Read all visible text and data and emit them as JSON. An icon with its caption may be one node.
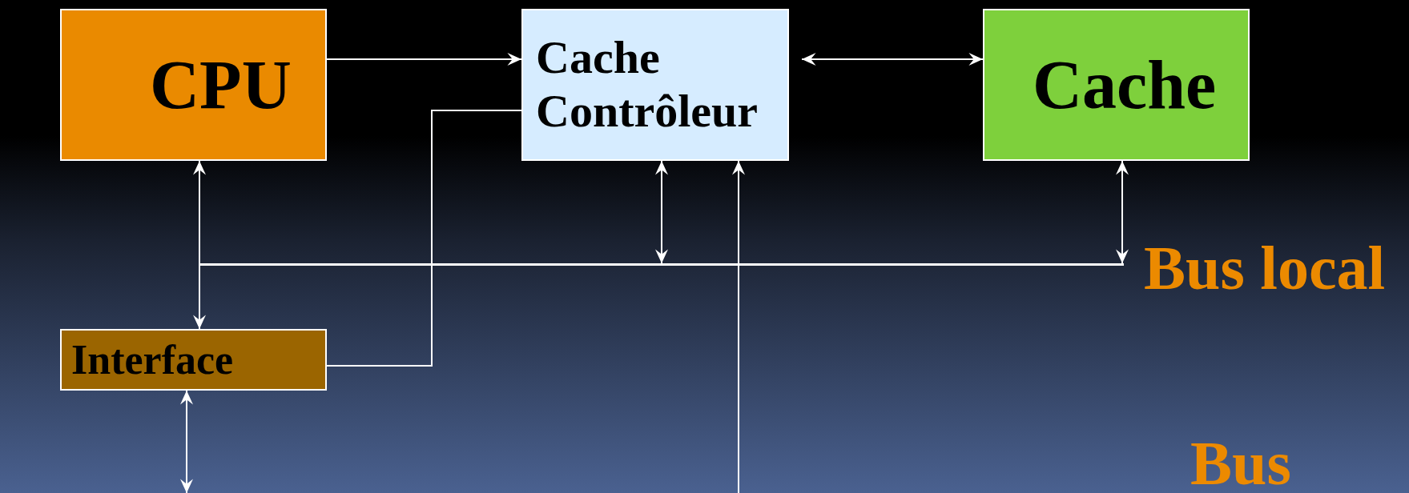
{
  "diagram": {
    "nodes": [
      {
        "text": [
          "CPU"
        ]
      },
      {
        "text": [
          "Cache Contrôleur"
        ]
      },
      {
        "text": [
          "Cache"
        ]
      },
      {
        "text": [
          "Interface"
        ]
      },
      {
        "text": [],
        "shape": "bar"
      }
    ],
    "edges": [
      {
        "from": 0,
        "to": 1,
        "arrow": "to"
      },
      {
        "from": 1,
        "to": 2,
        "arrow": "both"
      },
      {
        "from": 0,
        "to": 3,
        "arrow": "both"
      },
      {
        "from": 1,
        "to": 4,
        "arrow": "both"
      },
      {
        "from": 2,
        "to": 4,
        "arrow": "both"
      },
      {
        "from": 1,
        "to": 3,
        "arrow": "to"
      },
      {
        "from": null,
        "to": 1,
        "arrow": "to"
      },
      {
        "from": 3,
        "to": null,
        "arrow": "both"
      }
    ],
    "labels": [
      "Bus local",
      "Bus"
    ]
  }
}
